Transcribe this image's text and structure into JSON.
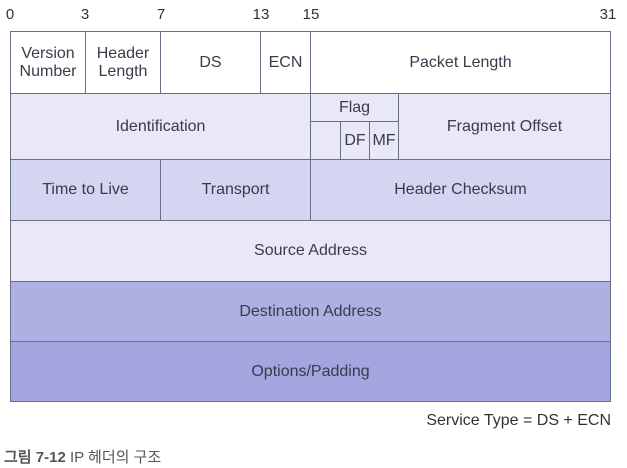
{
  "bit_labels": {
    "b0": "0",
    "b3": "3",
    "b7": "7",
    "b13": "13",
    "b15": "15",
    "b31": "31"
  },
  "header": {
    "row1": {
      "version": "Version\nNumber",
      "header_length": "Header\nLength",
      "ds": "DS",
      "ecn": "ECN",
      "packet_length": "Packet Length"
    },
    "row2": {
      "identification": "Identification",
      "flag": "Flag",
      "df": "DF",
      "mf": "MF",
      "fragment_offset": "Fragment Offset"
    },
    "row3": {
      "ttl": "Time to Live",
      "transport": "Transport",
      "checksum": "Header Checksum"
    },
    "row4": {
      "source": "Source Address"
    },
    "row5": {
      "destination": "Destination Address"
    },
    "row6": {
      "options": "Options/Padding"
    }
  },
  "note": "Service Type = DS + ECN",
  "caption": {
    "number": "그림 7-12",
    "title": "IP 헤더의 구조"
  }
}
